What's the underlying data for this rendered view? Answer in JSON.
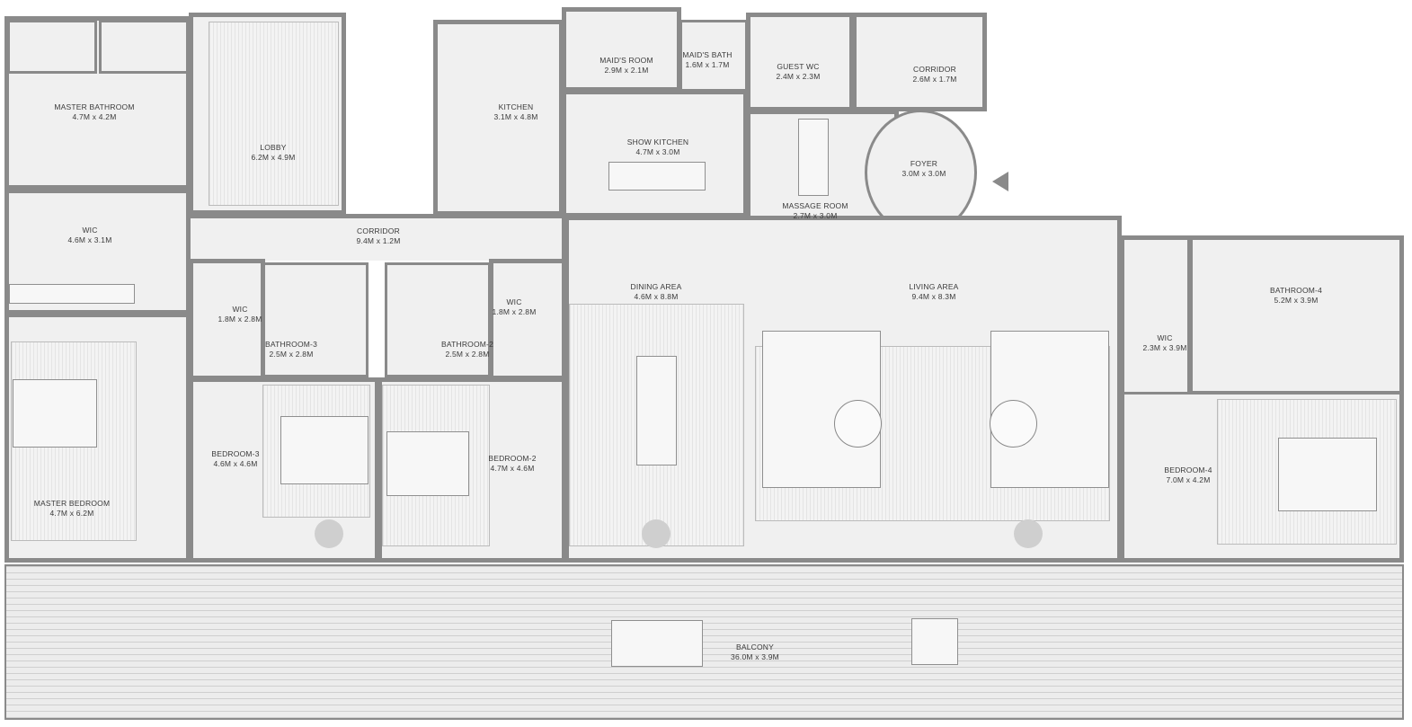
{
  "rooms": {
    "master_bathroom": {
      "name": "MASTER BATHROOM",
      "size": "4.7M x 4.2M"
    },
    "lobby": {
      "name": "LOBBY",
      "size": "6.2M x 4.9M"
    },
    "kitchen": {
      "name": "KITCHEN",
      "size": "3.1M x 4.8M"
    },
    "maids_room": {
      "name": "MAID'S ROOM",
      "size": "2.9M x 2.1M"
    },
    "maids_bath": {
      "name": "MAID'S BATH",
      "size": "1.6M x 1.7M"
    },
    "guest_wc": {
      "name": "GUEST WC",
      "size": "2.4M x 2.3M"
    },
    "corridor_entry": {
      "name": "CORRIDOR",
      "size": "2.6M x 1.7M"
    },
    "show_kitchen": {
      "name": "SHOW KITCHEN",
      "size": "4.7M x 3.0M"
    },
    "massage_room": {
      "name": "MASSAGE ROOM",
      "size": "2.7M x 3.0M"
    },
    "foyer": {
      "name": "FOYER",
      "size": "3.0M x 3.0M"
    },
    "wic_master": {
      "name": "WIC",
      "size": "4.6M x 3.1M"
    },
    "corridor_main": {
      "name": "CORRIDOR",
      "size": "9.4M x 1.2M"
    },
    "wic_3": {
      "name": "WIC",
      "size": "1.8M x 2.8M"
    },
    "bathroom_3": {
      "name": "BATHROOM-3",
      "size": "2.5M x 2.8M"
    },
    "bathroom_2": {
      "name": "BATHROOM-2",
      "size": "2.5M x 2.8M"
    },
    "wic_2": {
      "name": "WIC",
      "size": "1.8M x 2.8M"
    },
    "dining_area": {
      "name": "DINING AREA",
      "size": "4.6M x 8.8M"
    },
    "living_area": {
      "name": "LIVING AREA",
      "size": "9.4M x 8.3M"
    },
    "bathroom_4": {
      "name": "BATHROOM-4",
      "size": "5.2M x 3.9M"
    },
    "wic_4": {
      "name": "WIC",
      "size": "2.3M x 3.9M"
    },
    "bedroom_3": {
      "name": "BEDROOM-3",
      "size": "4.6M x 4.6M"
    },
    "bedroom_2": {
      "name": "BEDROOM-2",
      "size": "4.7M x 4.6M"
    },
    "bedroom_4": {
      "name": "BEDROOM-4",
      "size": "7.0M x 4.2M"
    },
    "master_bedroom": {
      "name": "MASTER BEDROOM",
      "size": "4.7M x 6.2M"
    },
    "balcony": {
      "name": "BALCONY",
      "size": "36.0M x 3.9M"
    }
  },
  "entrance_marker": "triangle-arrow-icon",
  "colors": {
    "wall": "#8a8a8a",
    "floor": "#f0f0f0"
  }
}
